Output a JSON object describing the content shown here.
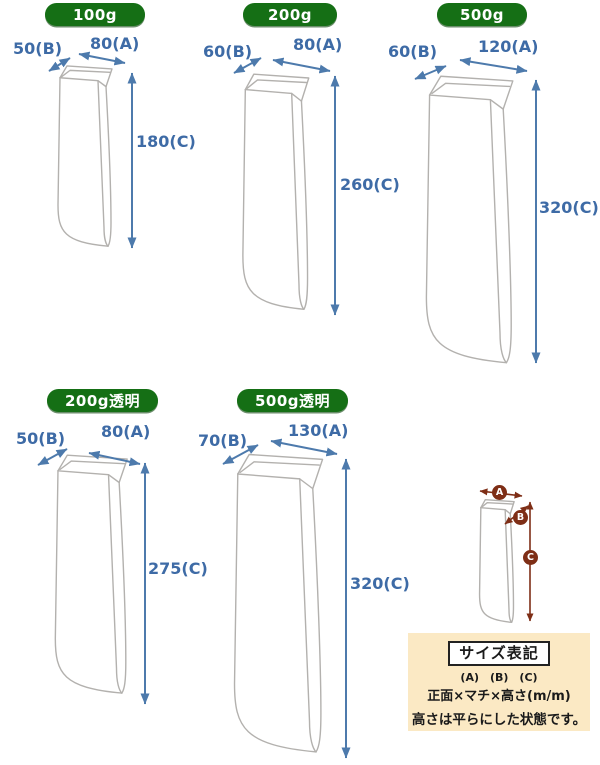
{
  "bags": [
    {
      "name": "100g",
      "badge": "100g",
      "front_a": "80(A)",
      "gusset_b": "50(B)",
      "height_c": "180(C)"
    },
    {
      "name": "200g",
      "badge": "200g",
      "front_a": "80(A)",
      "gusset_b": "60(B)",
      "height_c": "260(C)"
    },
    {
      "name": "500g",
      "badge": "500g",
      "front_a": "120(A)",
      "gusset_b": "60(B)",
      "height_c": "320(C)"
    },
    {
      "name": "200g-clear",
      "badge": "200g透明",
      "front_a": "80(A)",
      "gusset_b": "50(B)",
      "height_c": "275(C)"
    },
    {
      "name": "500g-clear",
      "badge": "500g透明",
      "front_a": "130(A)",
      "gusset_b": "70(B)",
      "height_c": "320(C)"
    }
  ],
  "size_legend": {
    "marker_a": "A",
    "marker_b": "B",
    "marker_c": "C",
    "box_title": "サイズ表記",
    "abc_row": "(A)　(B)　(C)",
    "formula": "正面×マチ×高さ(m/m)",
    "note": "高さは平らにした状態です。"
  },
  "colors": {
    "badge_green": "#156f15",
    "dimension_blue": "#4d7aac",
    "dimension_text_blue": "#3e6ba6",
    "bag_outline_gray": "#b3b1ae",
    "legend_maroon": "#7e2e16",
    "legend_background": "#fbe9c4"
  }
}
